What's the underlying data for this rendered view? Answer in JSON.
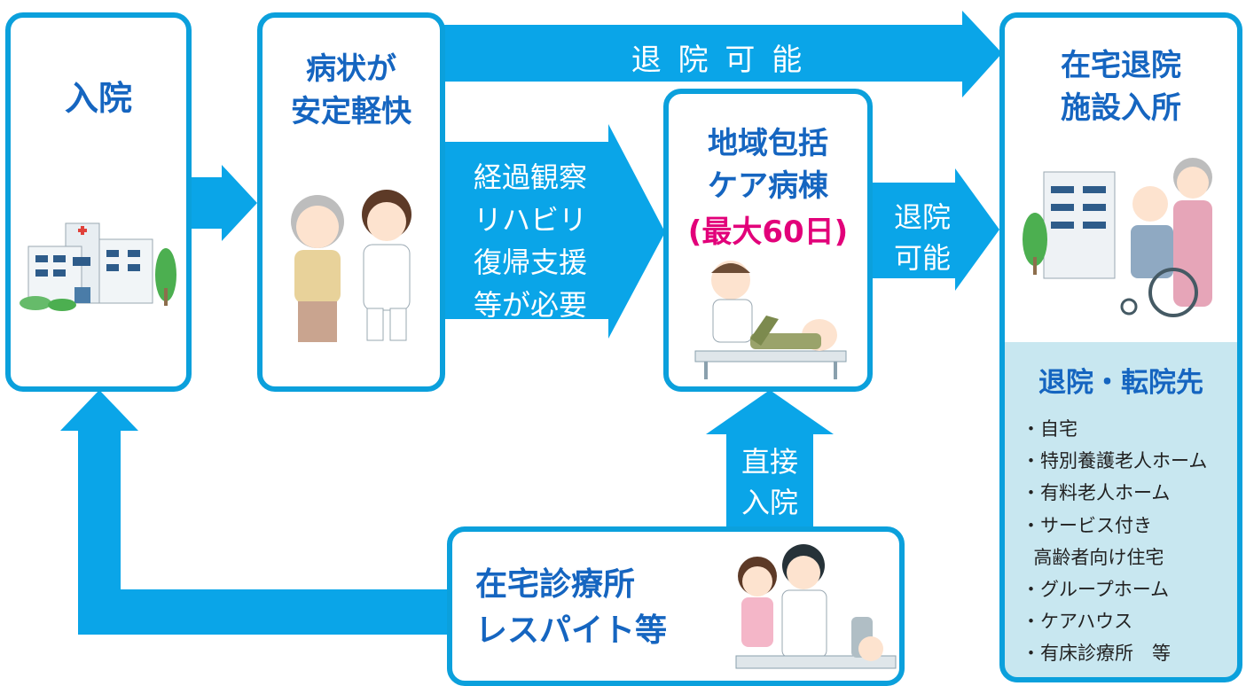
{
  "boxes": {
    "admission": {
      "title": "入院"
    },
    "stable": {
      "title": "病状が\n安定軽快"
    },
    "community": {
      "title": "地域包括\nケア病棟",
      "note": "(最大60日)"
    },
    "discharge": {
      "title": "在宅退院\n施設入所"
    },
    "homecare": {
      "title": "在宅診療所\nレスパイト等"
    }
  },
  "arrows": {
    "discharge_possible_top": "退 院 可 能",
    "needs": "経過観察\nリハビリ\n復帰支援\n等が必要",
    "discharge_possible_right": "退院\n可能",
    "direct_admission": "直接\n入院"
  },
  "destinations": {
    "heading": "退院・転院先",
    "items": [
      "・自宅",
      "・特別養護老人ホーム",
      "・有料老人ホーム",
      "・サービス付き",
      "  高齢者向け住宅",
      "・グループホーム",
      "・ケアハウス",
      "・有床診療所　等"
    ]
  },
  "colors": {
    "arrow": "#0aa5e8",
    "border": "#0ba0dc",
    "title": "#1565c0",
    "note": "#e2007a",
    "panel": "#c8e7f0"
  }
}
